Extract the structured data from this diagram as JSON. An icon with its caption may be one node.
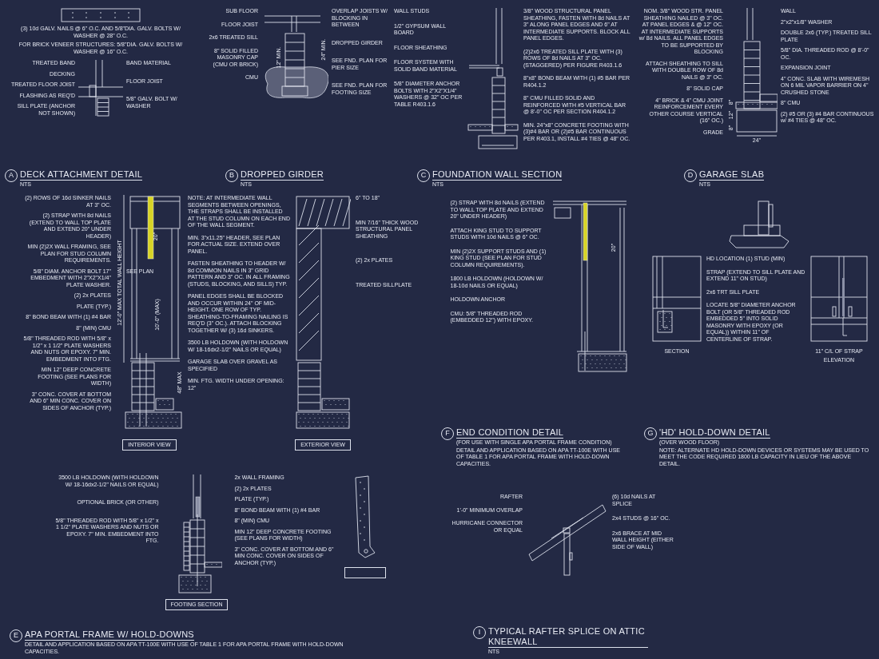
{
  "diagram": {
    "nodes": [
      {
        "text": [
          "A"
        ],
        "beside": [
          "DECK ATTACHMENT DETAIL",
          "NTS"
        ]
      },
      {
        "text": [
          "B"
        ],
        "beside": [
          "DROPPED GIRDER",
          "NTS"
        ]
      },
      {
        "text": [
          "C"
        ],
        "beside": [
          "FOUNDATION WALL SECTION",
          "NTS"
        ]
      },
      {
        "text": [
          "D"
        ],
        "beside": [
          "GARAGE SLAB",
          "NTS"
        ]
      },
      {
        "text": [
          "INTERIOR VIEW"
        ]
      },
      {
        "text": [
          "EXTERIOR VIEW"
        ]
      },
      {
        "text": [
          "FOOTING SECTION"
        ]
      },
      {
        "text": [],
        "shape": "box"
      },
      {
        "text": [
          "E"
        ],
        "beside": [
          "APA PORTAL FRAME W/ HOLD-DOWNS",
          "DETAIL AND APPLICATION BASED ON APA TT-100E WITH USE OF TABLE 1 FOR APA PORTAL FRAME WITH HOLD-DOWN CAPACITIES."
        ]
      },
      {
        "text": [
          "F"
        ],
        "beside": [
          "END CONDITION DETAIL",
          "(FOR USE WITH SINGLE APA PORTAL FRAME CONDITION)",
          "DETAIL AND APPLICATION BASED ON APA TT-100E WITH USE OF TABLE 1 FOR APA PORTAL FRAME WITH HOLD-DOWN CAPACITIES."
        ]
      },
      {
        "text": [
          "G"
        ],
        "beside": [
          "'HD' HOLD-DOWN DETAIL",
          "(OVER WOOD FLOOR)",
          "NOTE: ALTERNATE HD HOLD-DOWN DEVICES OR SYSTEMS MAY BE USED TO MEET THE CODE REQUIRED 1800 LB CAPACITY IN LIEU OF THE ABOVE DETAIL."
        ]
      },
      {
        "text": [
          "I"
        ],
        "beside": [
          "TYPICAL RAFTER SPLICE ON ATTIC KNEEWALL",
          "NTS"
        ]
      }
    ],
    "labels": [
      "(3) 10d GALV. NAILS @ 6\" O.C. AND 5/8\"DIA. GALV. BOLTS W/ WASHER @ 28\" O.C.",
      "FOR BRICK VENEER STRUCTURES: 5/8\"DIA. GALV. BOLTS W/ WASHER @ 16\" O.C.",
      "TREATED BAND",
      "DECKING",
      "BAND MATERIAL",
      "TREATED FLOOR JOIST",
      "FLOOR JOIST",
      "FLASHING AS REQ'D",
      "5/8\" GALV. BOLT W/ WASHER",
      "SILL PLATE (ANCHOR NOT SHOWN)",
      "SUB FLOOR",
      "OVERLAP JOISTS W/ BLOCKING IN BETWEEN",
      "FLOOR JOIST",
      "2x6 TREATED SILL",
      "DROPPED GIRDER",
      "8\" SOLID FILLED MASONRY CAP (CMU OR BRICK)",
      "12\" MIN.",
      "24\" MIN.",
      "CMU",
      "SEE FND. PLAN FOR PIER SIZE",
      "SEE FND. PLAN FOR FOOTING SIZE",
      "WALL STUDS",
      "1/2\" GYPSUM WALL BOARD",
      "3/8\" WOOD STRUCTURAL PANEL SHEATHING, FASTEN WITH 8d NAILS AT 3\" ALONG PANEL EDGES AND 6\" AT INTERMEDIATE SUPPORTS. BLOCK ALL PANEL EDGES.",
      "FLOOR SHEATHING",
      "FLOOR SYSTEM WITH SOLID BAND MATERIAL",
      "(2)2x6 TREATED SILL PLATE WITH (3) ROWS OF 8d NAILS AT 3\" OC. (STAGGERED) PER FIGURE R403.1.6",
      "5/8\" DIAMETER ANCHOR BOLTS WITH 2\"X2\"X1/4\" WASHERS @ 32\" OC PER TABLE R403.1.6",
      "8\"x8\" BOND BEAM WITH (1) #5 BAR PER R404.1.2",
      "8\" CMU FILLED SOLID AND REINFORCED WITH #5 VERTICAL BAR @ 8'-0\" OC PER SECTION R404.1.2",
      "MIN. 24\"x8\" CONCRETE FOOTING WITH (3)#4 BAR OR (2)#5 BAR CONTINUOUS PER R403.1, INSTALL #4 TIES @ 48\" OC.",
      "NOM. 3/8\" WOOD STR. PANEL SHEATHING NAILED @ 3\" OC. AT PANEL EDGES & @ 12\" OC. AT INTERMEDIATE SUPPORTS w/ 8d NAILS. ALL PANEL EDGES TO BE SUPPORTED BY BLOCKING",
      "WALL",
      "2\"x2\"x1/8\" WASHER",
      "DOUBLE 2x6 (TYP.) TREATED SILL PLATE",
      "ATTACH SHEATHING TO SILL WITH DOUBLE ROW OF 8d NAILS @ 3\" OC.",
      "5/8\" DIA. THREADED ROD @ 8'-0\" OC.",
      "8\" SOLID CAP",
      "EXPANSION JOINT",
      "4\" BRICK & 4\" CMU JOINT REINFORCEMENT EVERY OTHER COURSE VERTICAL (16\" OC.)",
      "4\" CONC. SLAB WITH WIREMESH ON 6 MIL VAPOR BARRIER ON 4\" CRUSHED STONE",
      "GRADE",
      "8\"",
      "12\"",
      "8\" CMU",
      "8\"",
      "24\"",
      "(2) #5 OR (3) #4 BAR CONTINUOUS w/ #4 TIES @ 48\" OC.",
      "(2) ROWS OF 16d SINKER NAILS AT 3\" OC.",
      "NOTE: AT INTERMEDIATE WALL SEGMENTS BETWEEN OPENINGS, THE STRAPS SHALL BE INSTALLED AT THE STUD COLUMN ON EACH END OF THE WALL SEGMENT.",
      "12'-0\" MAX TOTAL WALL HEIGHT",
      "(2) STRAP WITH 8d NAILS (EXTEND TO WALL TOP PLATE AND EXTEND 20\" UNDER HEADER)",
      "MIN. 3\"x11.25\" HEADER, SEE PLAN FOR ACTUAL SIZE. EXTEND OVER PANEL.",
      "20\"",
      "FASTEN SHEATHING TO HEADER W/ 8d COMMON NAILS IN 3\" GRID PATTERN AND 3\" OC. IN ALL FRAMING (STUDS, BLOCKING, AND SILLS) TYP.",
      "6\" TO 18\"",
      "SEE PLAN",
      "MIN (2)2X WALL FRAMING, SEE PLAN FOR STUD COLUMN REQUIREMENTS.",
      "10'-0\" (MAX)",
      "PANEL EDGES SHALL BE BLOCKED AND OCCUR WITHIN 24\" OF MID-HEIGHT. ONE ROW OF TYP. SHEATHING-TO-FRAMING NAILING IS REQ'D (3\" OC.). ATTACH BLOCKING TOGETHER W/ (3) 16d SINKERS.",
      "5/8\" DIAM. ANCHOR BOLT 17\" EMBEDMENT WITH 2\"X2\"X1/4\" PLATE WASHER.",
      "MIN 7/16\" THICK WOOD STRUCTURAL PANEL SHEATHING",
      "(2) 2x PLATES",
      "3500 LB HOLDOWN (WITH HOLDOWN W/ 18-16dx2-1/2\" NAILS OR EQUAL)",
      "(2) 2x PLATES",
      "PLATE (TYP.)",
      "8\" BOND BEAM WITH (1) #4 BAR",
      "TREATED SILLPLATE",
      "8\" (MIN) CMU",
      "GARAGE SLAB OVER GRAVEL AS SPECIFIED",
      "5/8\" THREADED ROD WITH 5/8\" x 1/2\" x 1 1/2\" PLATE WASHERS AND NUTS OR EPOXY. 7\" MIN. EMBEDMENT INTO FTG.",
      "MIN 12\" DEEP CONCRETE FOOTING (SEE PLANS FOR WIDTH)",
      "MIN. FTG. WIDTH UNDER OPENING: 12\"",
      "3\" CONC. COVER AT BOTTOM AND 6\" MIN CONC. COVER ON SIDES OF ANCHOR (TYP.)",
      "48\" MAX",
      "(2) STRAP WITH 8d NAILS (EXTEND TO WALL TOP PLATE AND EXTEND 20\" UNDER HEADER)",
      "20\"",
      "ATTACH KING STUD TO SUPPORT STUDS WITH 10d NAILS @ 6\" OC.",
      "MIN (2)2X SUPPORT STUDS AND (1) KING STUD (SEE PLAN FOR STUD COLUMN REQUIREMENTS).",
      "1800 LB HOLDOWN (HOLDOWN W/ 18-10d NAILS OR EQUAL)",
      "HOLDOWN ANCHOR",
      "CMU: 5/8\" THREADED ROD (EMBEDDED 12\") WITH EPOXY.",
      "HD LOCATION (1) STUD (MIN)",
      "STRAP (EXTEND TO SILL PLATE AND EXTEND 11\" ON STUD)",
      "2x6 TRT SILL PLATE",
      "LOCATE 5/8\" DIAMETER ANCHOR BOLT (OR 5/8\" THREADED ROD EMBEDDED 5\" INTO SOLID MASONRY WITH EPOXY (OR EQUAL)) WITHIN 11\" OF CENTERLINE OF STRAP.",
      "SECTION",
      "11\" C/L OF STRAP",
      "ELEVATION",
      "3500 LB HOLDOWN (WITH HOLDOWN W/ 18-16dx2-1/2\" NAILS OR EQUAL)",
      "2x WALL FRAMING",
      "(2) 2x PLATES",
      "PLATE (TYP.)",
      "OPTIONAL BRICK (OR OTHER)",
      "8\" BOND BEAM WITH (1) #4 BAR",
      "5/8\" THREADED ROD WITH 5/8\" x 1/2\" x 1 1/2\" PLATE WASHERS AND NUTS OR EPOXY. 7\" MIN. EMBEDMENT INTO FTG.",
      "8\" (MIN) CMU",
      "MIN 12\" DEEP CONCRETE FOOTING (SEE PLANS FOR WIDTH)",
      "3\" CONC. COVER AT BOTTOM AND 6\" MIN CONC. COVER ON SIDES OF ANCHOR (TYP.)",
      "RAFTER",
      "1'-0\" MINIMUM OVERLAP",
      "HURRICANE CONNECTOR OR EQUAL",
      "(6) 10d NAILS AT SPLICE",
      "2x4 STUDS @ 16\" OC.",
      "2x6 BRACE AT MID WALL HEIGHT (EITHER SIDE OF WALL)"
    ]
  }
}
